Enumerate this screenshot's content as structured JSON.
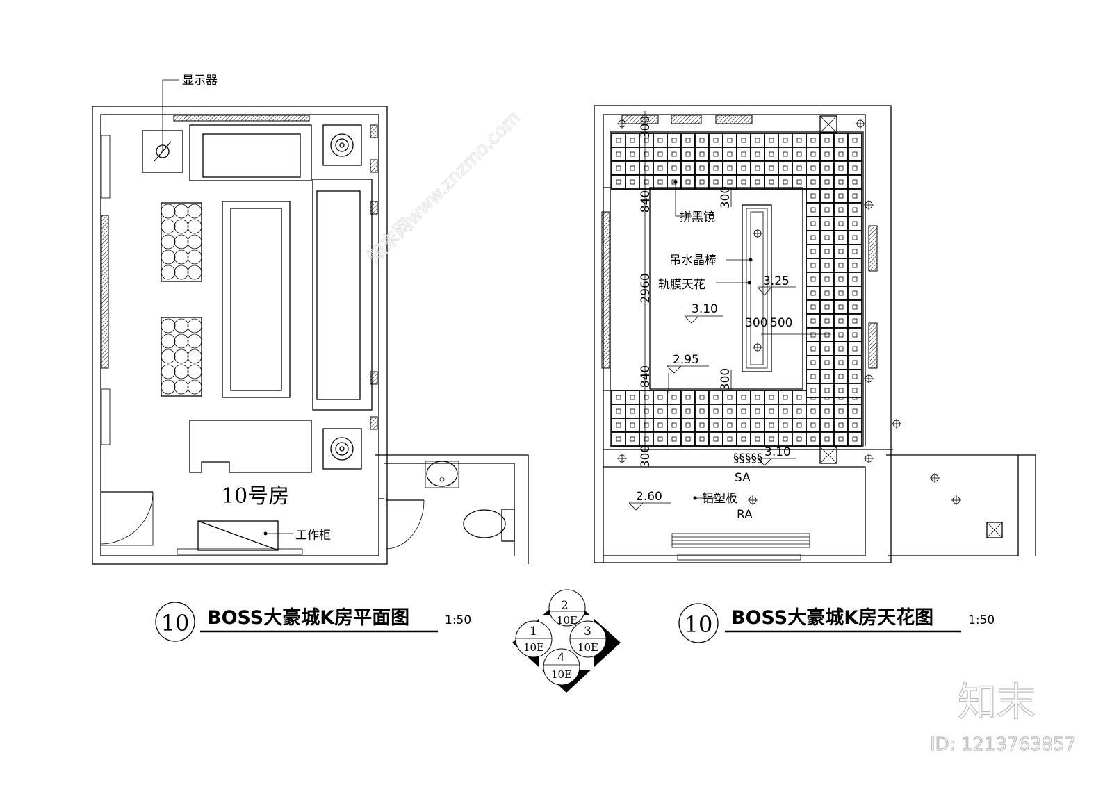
{
  "plan": {
    "room_label": "10号房",
    "monitor_label": "显示器",
    "cabinet_label": "工作柜",
    "title_number": "10",
    "title": "BOSS大豪城K房平面图",
    "scale": "1:50"
  },
  "ceiling": {
    "mirror_label": "拼黑镜",
    "crystal_label": "吊水晶棒",
    "film_label": "轨膜天花",
    "panel_label": "铝塑板",
    "dims": {
      "top": "300",
      "upper": "840",
      "middle": "2960",
      "lower": "840",
      "bottom": "300",
      "inner_top": "300",
      "inner_bottom": "300",
      "width_a": "300",
      "width_b": "500"
    },
    "levels": {
      "rod": "3.25",
      "center": "3.10",
      "edge": "2.95",
      "corridor": "3.10",
      "entry": "2.60"
    },
    "supply_air": "SA",
    "return_air": "RA",
    "title_number": "10",
    "title": "BOSS大豪城K房天花图",
    "scale": "1:50"
  },
  "legend": {
    "items": [
      {
        "number": "2",
        "ref": "10E"
      },
      {
        "number": "1",
        "ref": "10E"
      },
      {
        "number": "3",
        "ref": "10E"
      },
      {
        "number": "4",
        "ref": "10E"
      }
    ]
  },
  "watermark": {
    "logo": "知末",
    "id": "ID: 1213763857",
    "site": "知末网www.znzmo.com"
  },
  "colors": {
    "line": "#000000",
    "background": "#ffffff",
    "watermark": "#bdbdbd"
  }
}
